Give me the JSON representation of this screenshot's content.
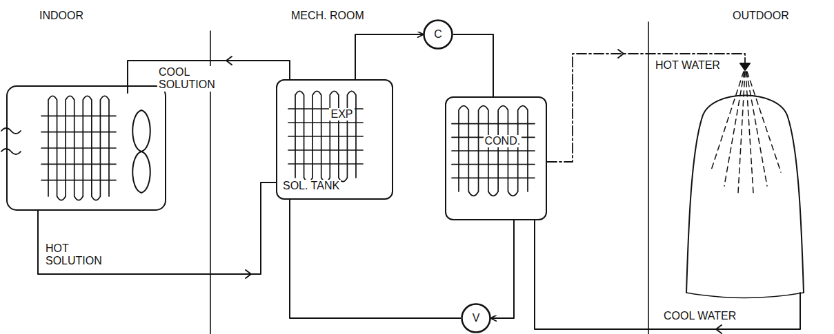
{
  "diagram": {
    "nodes": [
      {
        "text": [
          "EXP",
          "SOL. TANK"
        ]
      },
      {
        "text": [
          "C"
        ]
      },
      {
        "text": [
          "COND."
        ]
      },
      {
        "text": [
          "V"
        ]
      }
    ],
    "edges": [
      {
        "from": 0,
        "to": 1,
        "arrow": "to"
      },
      {
        "from": 1,
        "to": 2,
        "arrow": "none"
      },
      {
        "from": 2,
        "to": 3,
        "arrow": "to"
      },
      {
        "from": 3,
        "to": 0,
        "arrow": "none"
      }
    ],
    "labels": [
      "INDOOR",
      "MECH. ROOM",
      "OUTDOOR",
      "COOL SOLUTION",
      "HOT SOLUTION",
      "HOT WATER",
      "COOL WATER"
    ]
  }
}
